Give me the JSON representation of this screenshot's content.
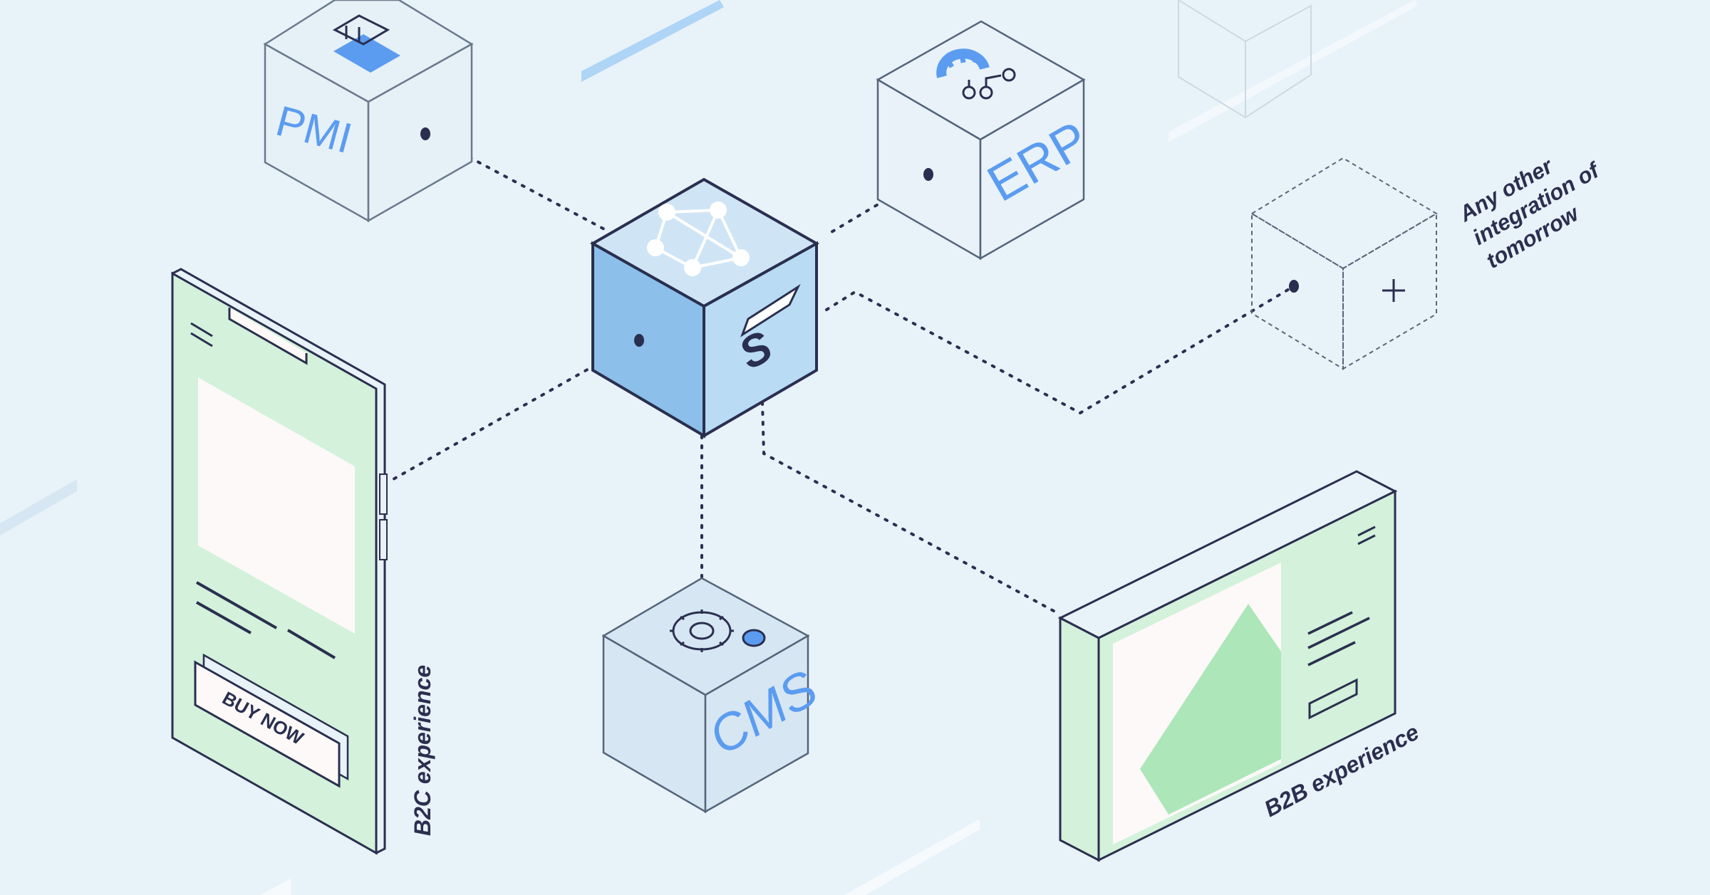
{
  "colors": {
    "background": "#e8f2f9",
    "stroke": "#2a2f4f",
    "accent_blue": "#5b9cf0",
    "hub_left": "#8cbfea",
    "hub_right": "#b9dbf4",
    "hub_top": "#cfe5f6",
    "screen_green": "#d3f1db",
    "mountain_green": "#ade6b9",
    "cms_fill": "#d7e6f3",
    "white": "#fcf9f8"
  },
  "nodes": {
    "pmi": {
      "label": "PMI",
      "icon": "product-image-icon"
    },
    "erp": {
      "label": "ERP",
      "icon": "gear-network-icon"
    },
    "cms": {
      "label": "CMS",
      "icon": "gear-icon"
    },
    "hub": {
      "top_icon": "graphql-icon",
      "side_icon": "saleor-s-logo-icon"
    },
    "future": {
      "icon": "plus-icon"
    }
  },
  "labels": {
    "future_integration": [
      "Any other",
      "integration of",
      "tomorrow"
    ],
    "b2c": "B2C experience",
    "b2b": "B2B experience",
    "buy_now": "BUY NOW"
  }
}
